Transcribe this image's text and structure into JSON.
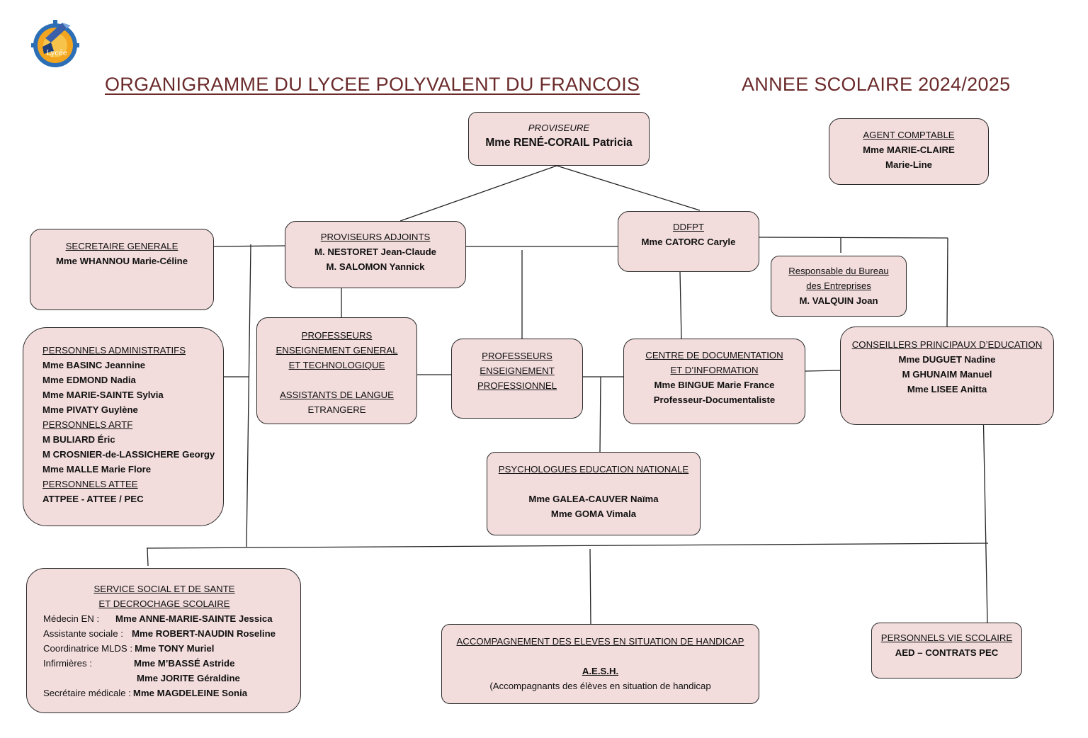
{
  "titles": {
    "main": "ORGANIGRAMME DU LYCEE POLYVALENT DU FRANCOIS",
    "year": "ANNEE SCOLAIRE 2024/2025"
  },
  "logo": {
    "icon": "school-logo-icon",
    "text": "Lycée"
  },
  "colors": {
    "box_fill": "#f2dcdc",
    "title": "#6b2a2a",
    "border": "#2a2a2a"
  },
  "proviseure": {
    "role": "PROVISEURE",
    "name": "Mme RENÉ-CORAIL Patricia"
  },
  "agent_comptable": {
    "role": "AGENT COMPTABLE",
    "name1": "Mme MARIE-CLAIRE",
    "name2": "Marie-Line"
  },
  "secretaire": {
    "role": "SECRETAIRE GENERALE",
    "name": "Mme WHANNOU Marie-Céline"
  },
  "adjoints": {
    "role": "PROVISEURS ADJOINTS",
    "name1": "M. NESTORET Jean-Claude",
    "name2": "M. SALOMON Yannick"
  },
  "ddfpt": {
    "role": "DDFPT",
    "name": "Mme CATORC Caryle"
  },
  "bureau": {
    "role1": "Responsable du Bureau",
    "role2": "des Entreprises",
    "name": "M. VALQUIN Joan"
  },
  "admin": {
    "lines": [
      {
        "text": "PERSONNELS ADMINISTRATIFS",
        "style": "u"
      },
      {
        "text": "Mme BASINC Jeannine",
        "style": "b"
      },
      {
        "text": "Mme EDMOND Nadia",
        "style": "b"
      },
      {
        "text": "Mme MARIE-SAINTE Sylvia",
        "style": "b"
      },
      {
        "text": "Mme PIVATY Guylène",
        "style": "b"
      },
      {
        "text": "PERSONNELS ARTF",
        "style": "u"
      },
      {
        "text": "M BULIARD Éric",
        "style": "b"
      },
      {
        "text": "M CROSNIER-de-LASSICHERE Georgy",
        "style": "b"
      },
      {
        "text": "Mme MALLE Marie Flore",
        "style": "b"
      },
      {
        "text": "PERSONNELS ATTEE",
        "style": "u"
      },
      {
        "text": "ATTPEE - ATTEE / PEC",
        "style": "b"
      }
    ]
  },
  "prof_general": {
    "l1": "PROFESSEURS",
    "l2": "ENSEIGNEMENT GENERAL",
    "l3": "ET TECHNOLOGIQUE",
    "l4": "ASSISTANTS DE LANGUE",
    "l5": "ETRANGERE"
  },
  "prof_pro": {
    "l1": "PROFESSEURS",
    "l2": "ENSEIGNEMENT",
    "l3": "PROFESSIONNEL"
  },
  "cdi": {
    "l1": "CENTRE DE DOCUMENTATION",
    "l2": "ET D’INFORMATION",
    "name": "Mme BINGUE Marie France",
    "role": "Professeur-Documentaliste"
  },
  "cpe": {
    "role": "CONSEILLERS PRINCIPAUX D’EDUCATION",
    "name1": "Mme DUGUET Nadine",
    "name2": "M GHUNAIM Manuel",
    "name3": "Mme LISEE Anitta"
  },
  "psy": {
    "role": "PSYCHOLOGUES EDUCATION NATIONALE",
    "name1": "Mme GALEA-CAUVER Naïma",
    "name2": "Mme GOMA Vimala"
  },
  "social": {
    "t1": "SERVICE SOCIAL ET DE SANTE",
    "t2": "ET DECROCHAGE SCOLAIRE",
    "rows": [
      {
        "label": "Médecin EN :",
        "name": "Mme ANNE-MARIE-SAINTE Jessica"
      },
      {
        "label": "Assistante sociale :",
        "name": "Mme ROBERT-NAUDIN Roseline"
      },
      {
        "label": "Coordinatrice MLDS :",
        "name": "Mme TONY Muriel"
      },
      {
        "label": "Infirmières :",
        "name": "Mme M’BASSÉ Astride"
      },
      {
        "label": "",
        "name": "Mme JORITE Géraldine"
      },
      {
        "label": "Secrétaire médicale :",
        "name": "Mme MAGDELEINE Sonia"
      }
    ]
  },
  "aesh": {
    "role": "ACCOMPAGNEMENT DES ELEVES EN SITUATION DE HANDICAP",
    "acr": "A.E.S.H.",
    "desc": "(Accompagnants des élèves en situation de handicap"
  },
  "vie_scolaire": {
    "role": "PERSONNELS VIE SCOLAIRE",
    "name": "AED – CONTRATS PEC"
  }
}
